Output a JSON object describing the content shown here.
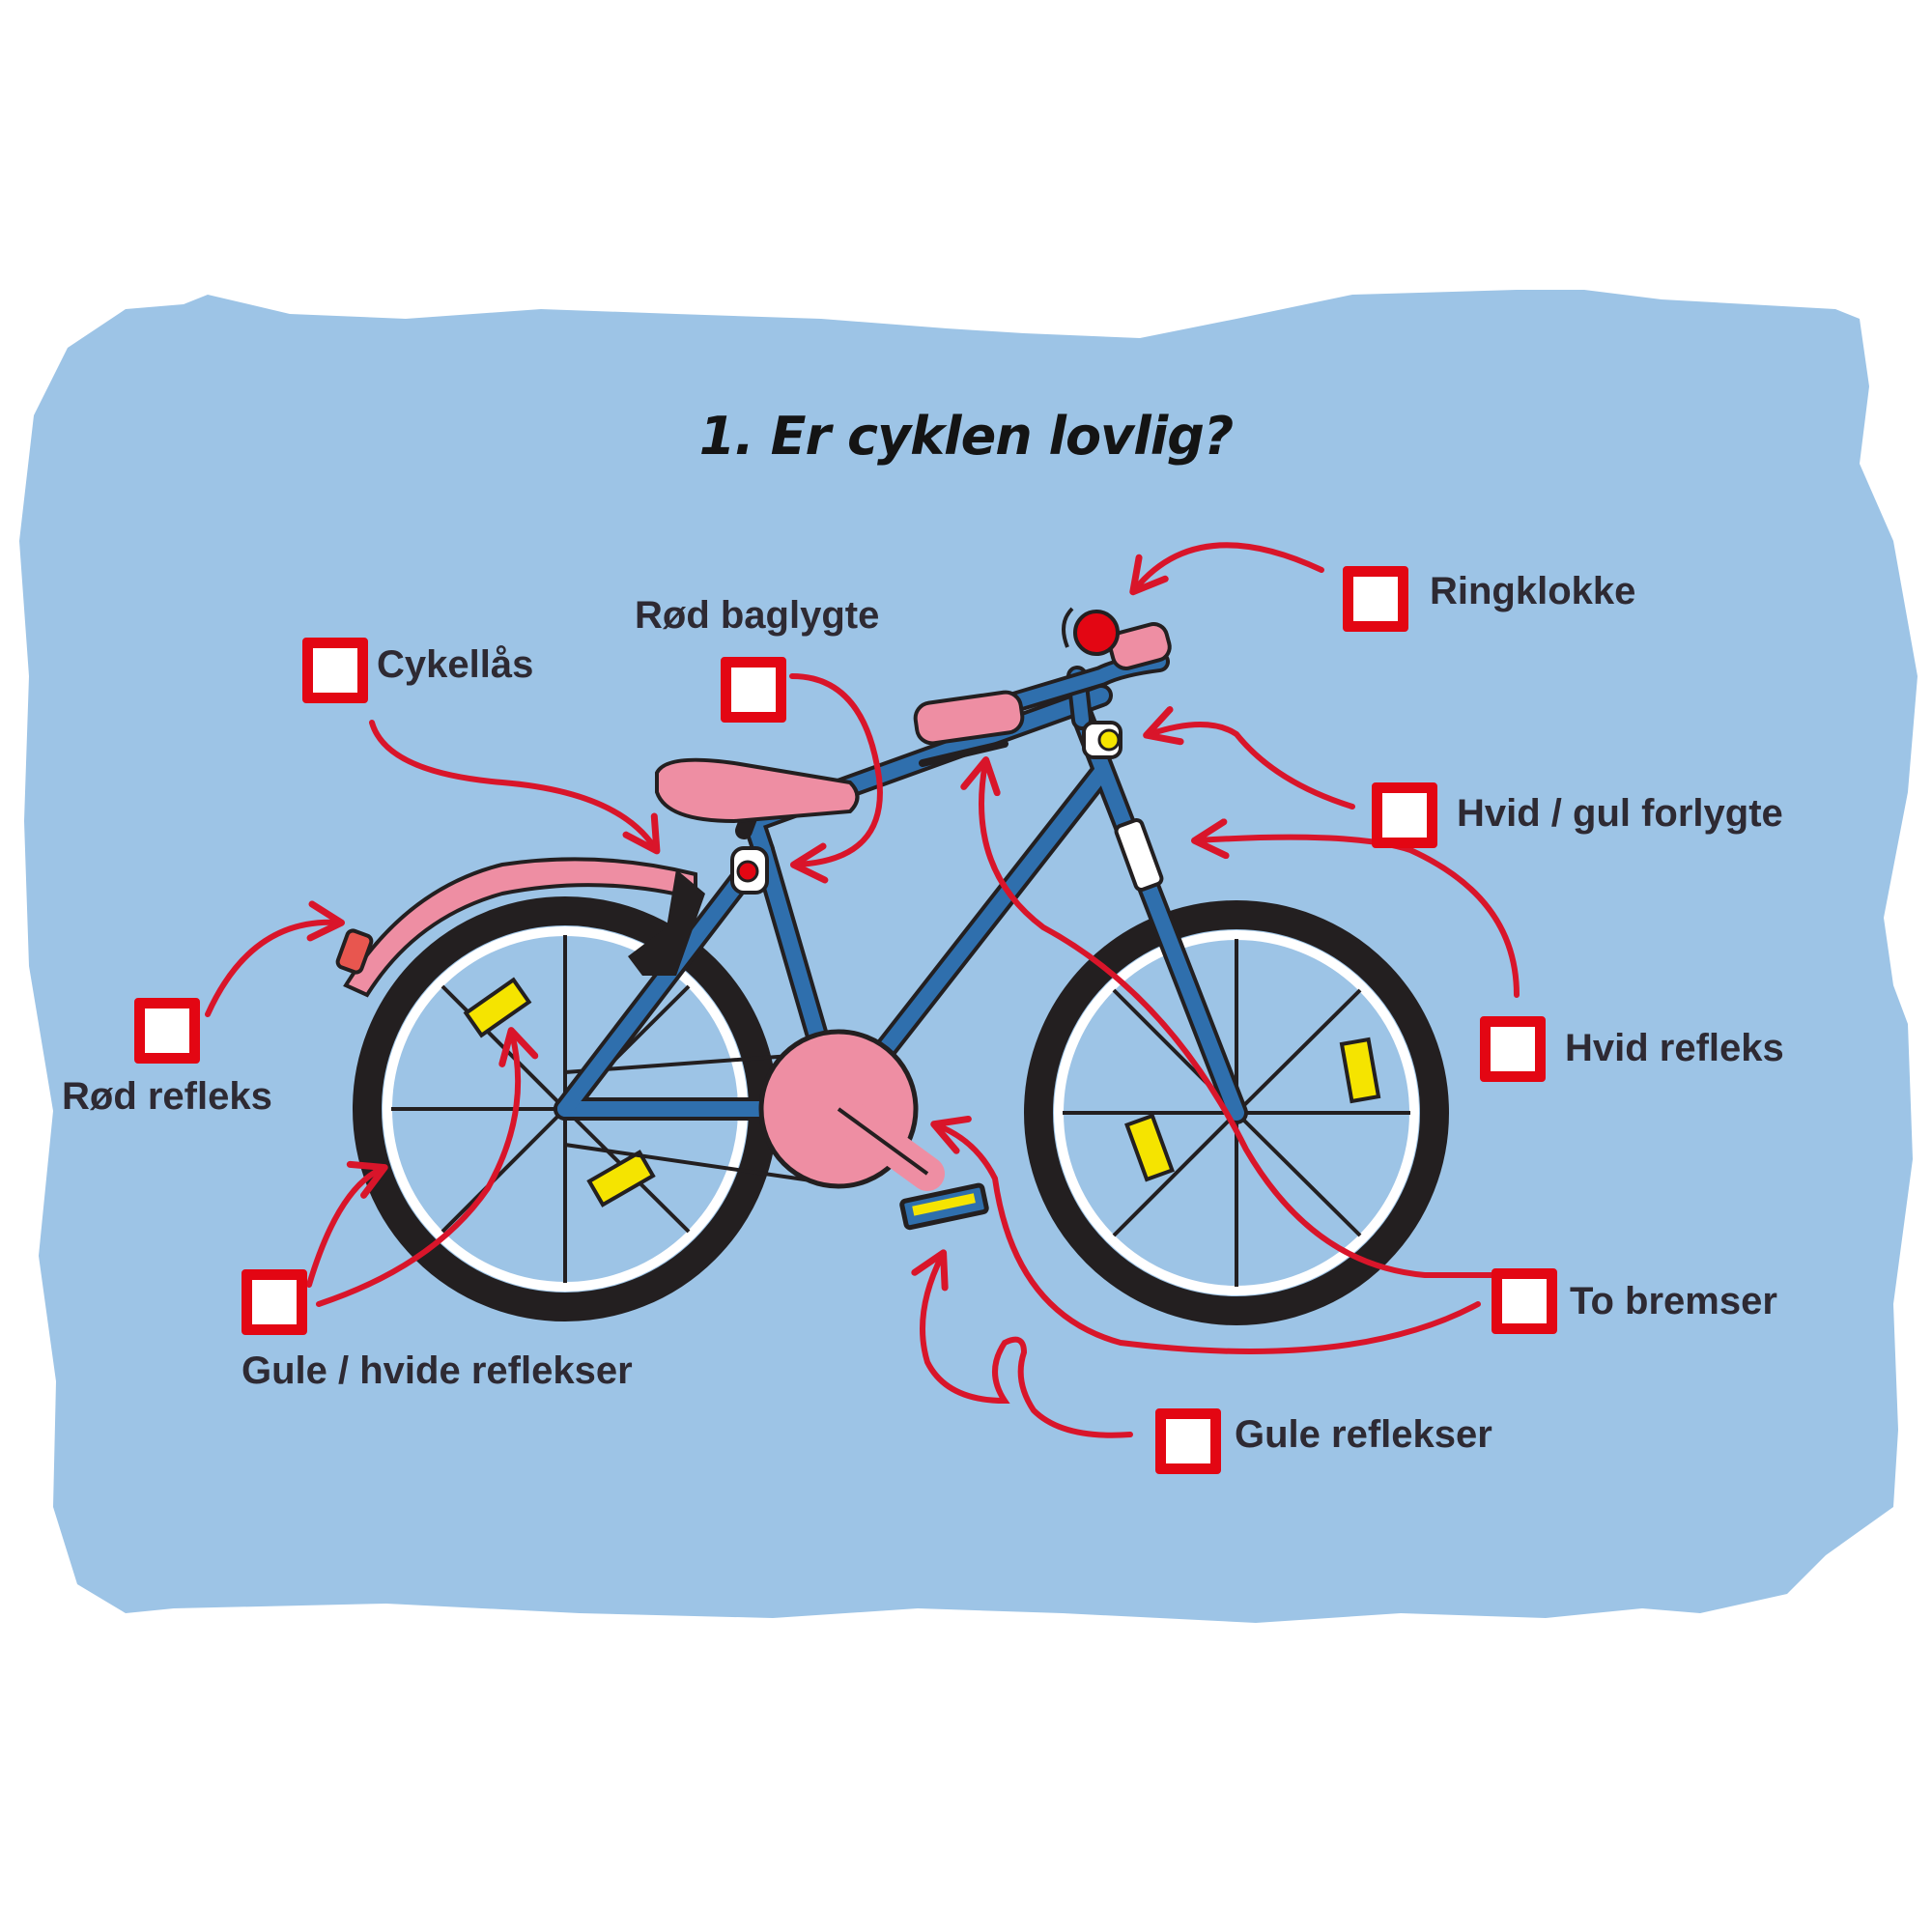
{
  "title": "1. Er cyklen lovlig?",
  "colors": {
    "background": "#9dc4e6",
    "frame": "#2f6fad",
    "pink": "#ee8ea3",
    "checkbox_border": "#e30613",
    "arrow": "#d9152a",
    "reflector_yellow": "#f5e400",
    "tire": "#231f20"
  },
  "checklist": [
    {
      "id": "ringklokke",
      "label": "Ringklokke",
      "checked": false
    },
    {
      "id": "cykellas",
      "label": "Cykellås",
      "checked": false
    },
    {
      "id": "rod-baglygte",
      "label": "Rød baglygte",
      "checked": false
    },
    {
      "id": "forlygte",
      "label": "Hvid / gul forlygte",
      "checked": false
    },
    {
      "id": "hvid-refleks",
      "label": "Hvid refleks",
      "checked": false
    },
    {
      "id": "rod-refleks",
      "label": "Rød refleks",
      "checked": false
    },
    {
      "id": "to-bremser",
      "label": "To bremser",
      "checked": false
    },
    {
      "id": "gule-hvide-reflekser",
      "label": "Gule / hvide reflekser",
      "checked": false
    },
    {
      "id": "gule-reflekser",
      "label": "Gule reflekser",
      "checked": false
    }
  ]
}
